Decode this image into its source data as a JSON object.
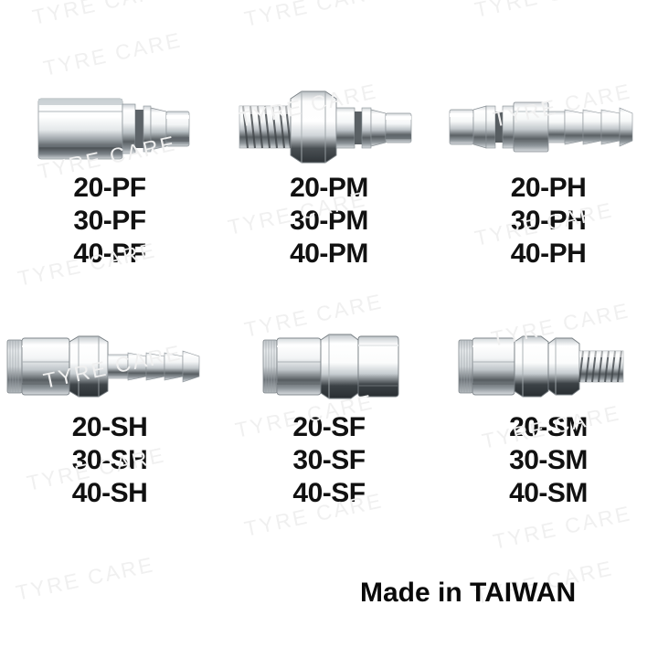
{
  "page": {
    "background_color": "#ffffff",
    "footer_note": "Made in TAIWAN"
  },
  "watermark": {
    "text": "TYRE CARE",
    "color": "#f0f0f0",
    "rotation_deg": -12
  },
  "products": [
    {
      "id": "pf",
      "icon": "quick-coupler-female-thread-plug",
      "labels": [
        "20-PF",
        "30-PF",
        "40-PF"
      ]
    },
    {
      "id": "pm",
      "icon": "quick-coupler-male-thread-plug",
      "labels": [
        "20-PM",
        "30-PM",
        "40-PM"
      ]
    },
    {
      "id": "ph",
      "icon": "quick-coupler-hose-barb-plug",
      "labels": [
        "20-PH",
        "30-PH",
        "40-PH"
      ]
    },
    {
      "id": "sh",
      "icon": "quick-coupler-socket-hose-barb",
      "labels": [
        "20-SH",
        "30-SH",
        "40-SH"
      ]
    },
    {
      "id": "sf",
      "icon": "quick-coupler-socket-female-thread",
      "labels": [
        "20-SF",
        "30-SF",
        "40-SF"
      ]
    },
    {
      "id": "sm",
      "icon": "quick-coupler-socket-male-thread",
      "labels": [
        "20-SM",
        "30-SM",
        "40-SM"
      ]
    }
  ]
}
